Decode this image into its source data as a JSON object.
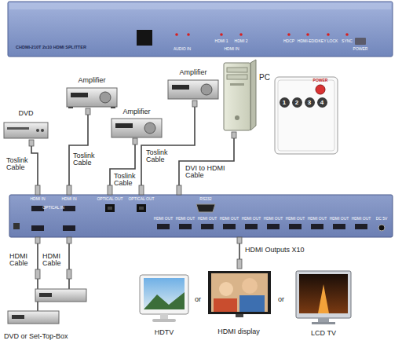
{
  "diagram": {
    "nodes": [
      {
        "text": [
          "CHDMI-210T 2x10 HDMI SPLITTER",
          "HDMI 1",
          "HDMI 2",
          "AUDIO IN",
          "HDMI IN",
          "HDCP",
          "HDMI-EDID",
          "KEY LOCK",
          "SYNC",
          "POWER"
        ]
      },
      {
        "text": [
          "Amplifier"
        ]
      },
      {
        "text": [
          "Amplifier"
        ]
      },
      {
        "text": [
          "PC"
        ]
      },
      {
        "text": [
          "POWER",
          "1",
          "2",
          "3",
          "4"
        ]
      },
      {
        "text": [
          "DVD"
        ]
      },
      {
        "text": [
          "Amplifier"
        ]
      },
      {
        "text": [
          "HDMI IN",
          "OPTICAL IN",
          "HDMI IN",
          "OPTICAL OUT",
          "OPTICAL OUT",
          "RS232",
          "HDMI OUT",
          "HDMI OUT",
          "HDMI OUT",
          "HDMI OUT",
          "HDMI OUT",
          "HDMI OUT",
          "HDMI OUT",
          "HDMI OUT",
          "HDMI OUT",
          "HDMI OUT",
          "DC 5V"
        ]
      },
      {
        "text": [
          "DVD or Set-Top-Box"
        ]
      },
      {
        "text": [
          "HDTV"
        ]
      },
      {
        "text": [
          "HDMI display"
        ]
      },
      {
        "text": [
          "LCD TV"
        ]
      }
    ],
    "edges": [
      {
        "from": 5,
        "to": 7,
        "arrow": "none",
        "label": "Toslink Cable"
      },
      {
        "from": 1,
        "to": 7,
        "arrow": "none",
        "label": "Toslink Cable"
      },
      {
        "from": 6,
        "to": 7,
        "arrow": "none",
        "label": "Toslink Cable"
      },
      {
        "from": 2,
        "to": 7,
        "arrow": "none",
        "label": "Toslink Cable"
      },
      {
        "from": 3,
        "to": 7,
        "arrow": "none",
        "label": "DVI to HDMI Cable"
      },
      {
        "from": 7,
        "to": 8,
        "arrow": "none",
        "label": "HDMI Cable"
      },
      {
        "from": 7,
        "to": 8,
        "arrow": "none",
        "label": "HDMI Cable"
      },
      {
        "from": 7,
        "to": 10,
        "arrow": "none",
        "label": "HDMI Outputs X10"
      }
    ],
    "labels": [
      "or",
      "or"
    ]
  }
}
